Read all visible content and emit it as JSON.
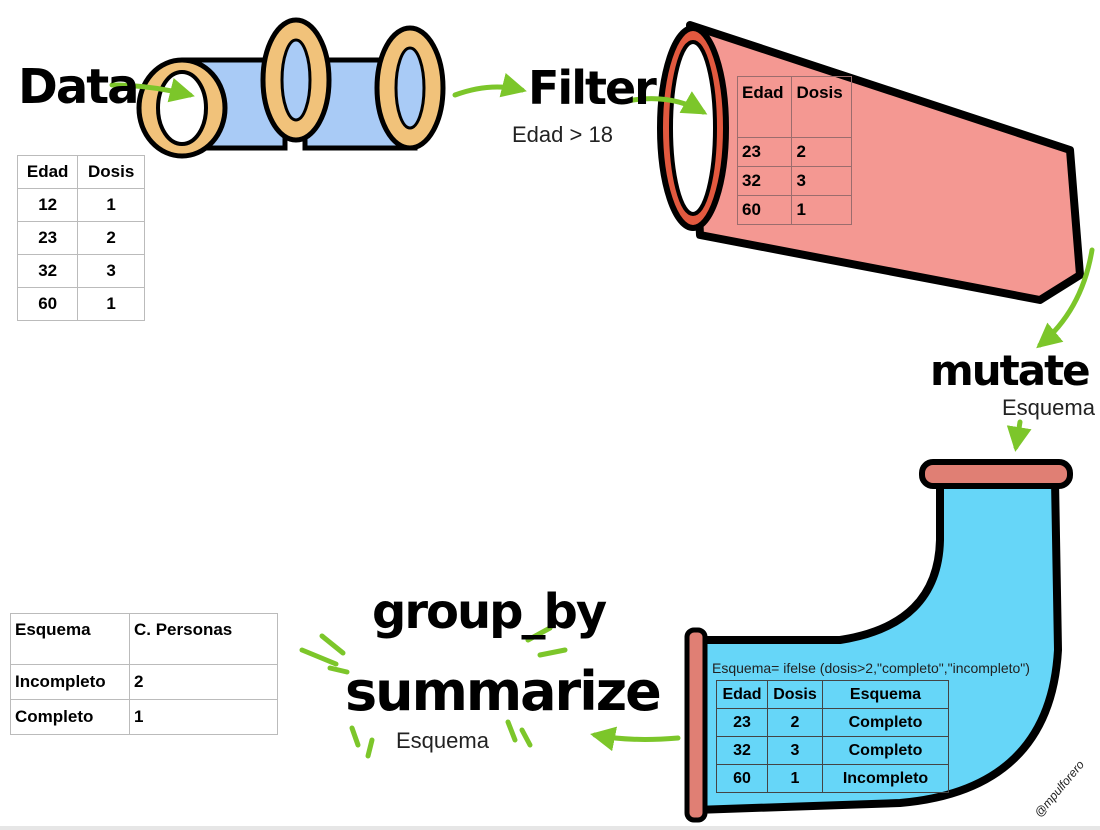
{
  "steps": {
    "data": {
      "label": "Data"
    },
    "filter": {
      "label": "Filter",
      "condition": "Edad > 18"
    },
    "mutate": {
      "label": "mutate",
      "variable": "Esquema",
      "formula": "Esquema= ifelse (dosis>2,\"completo\",\"incompleto\")"
    },
    "group": {
      "label_1": "group_by",
      "label_2": "summarize",
      "variable": "Esquema"
    }
  },
  "tables": {
    "data": {
      "headers": [
        "Edad",
        "Dosis"
      ],
      "rows": [
        [
          "12",
          "1"
        ],
        [
          "23",
          "2"
        ],
        [
          "32",
          "3"
        ],
        [
          "60",
          "1"
        ]
      ]
    },
    "filter": {
      "headers": [
        "Edad",
        "Dosis"
      ],
      "rows": [
        [
          "23",
          "2"
        ],
        [
          "32",
          "3"
        ],
        [
          "60",
          "1"
        ]
      ]
    },
    "mutate": {
      "headers": [
        "Edad",
        "Dosis",
        "Esquema"
      ],
      "rows": [
        [
          "23",
          "2",
          "Completo"
        ],
        [
          "32",
          "3",
          "Completo"
        ],
        [
          "60",
          "1",
          "Incompleto"
        ]
      ]
    },
    "summary": {
      "headers": [
        "Esquema",
        "C. Personas"
      ],
      "rows": [
        [
          "Incompleto",
          "2"
        ],
        [
          "Completo",
          "1"
        ]
      ]
    }
  },
  "signature": "@mpulforero",
  "colors": {
    "arrow": "#7cc62a",
    "pipe_blue": "#a9cbf6",
    "pipe_rim": "#f1c27a",
    "filter_pipe": "#f49892",
    "filter_rim": "#e2593f",
    "bend_pipe": "#66d6f8",
    "bend_rim": "#e07f74",
    "outline": "#000000"
  }
}
